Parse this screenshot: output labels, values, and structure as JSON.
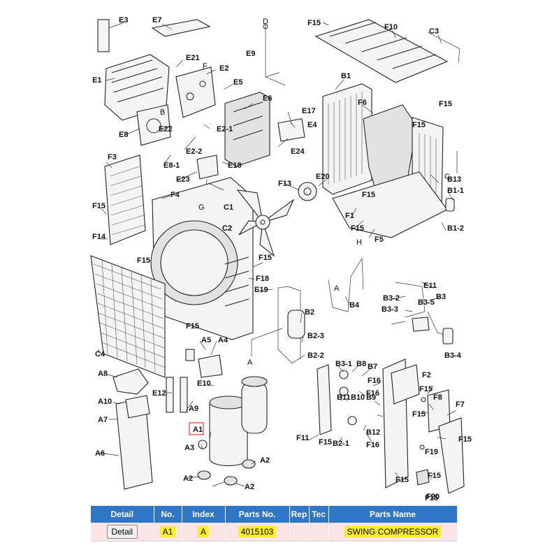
{
  "diagram": {
    "callouts": [
      "E3",
      "E7",
      "E21",
      "E2",
      "E5",
      "E1",
      "E6",
      "E8",
      "E22",
      "E2-1",
      "E2-2",
      "E8-1",
      "E18",
      "E17",
      "E4",
      "E24",
      "E23",
      "F",
      "B",
      "G",
      "E9",
      "D",
      "F15",
      "F10",
      "C3",
      "B1",
      "F6",
      "F13",
      "E20",
      "B13",
      "B1-1",
      "F3",
      "F4",
      "C1",
      "C2",
      "F1",
      "F5",
      "B1-2",
      "F14",
      "F18",
      "E19",
      "H",
      "C4",
      "A5",
      "A4",
      "B2",
      "B4",
      "E11",
      "B3-2",
      "B3-3",
      "B3-5",
      "B3",
      "B2-3",
      "B2-2",
      "B3-1",
      "B8",
      "B7",
      "F16",
      "F2",
      "A8",
      "E10",
      "E12",
      "A10",
      "A7",
      "A9",
      "A1",
      "A3",
      "A2",
      "A6",
      "B11",
      "B10",
      "B9",
      "F8",
      "F7",
      "F11",
      "B12",
      "F19",
      "F20",
      "B2-1",
      "B3-4",
      "A",
      "C"
    ],
    "selected_callout": "A1"
  },
  "table": {
    "headers": [
      "Detail",
      "No.",
      "Index",
      "Parts No.",
      "Rep",
      "Tec",
      "Parts Name"
    ],
    "rows": [
      {
        "detail_label": "Detail",
        "no": "A1",
        "index": "A",
        "parts_no": "4015103",
        "rep": "",
        "tec": "",
        "parts_name": "SWING COMPRESSOR"
      }
    ]
  },
  "colors": {
    "header_bg": "#2f76c7",
    "row_bg": "#fbe3e6",
    "highlight": "#ffee22",
    "selection_box": "#e03a3a"
  }
}
